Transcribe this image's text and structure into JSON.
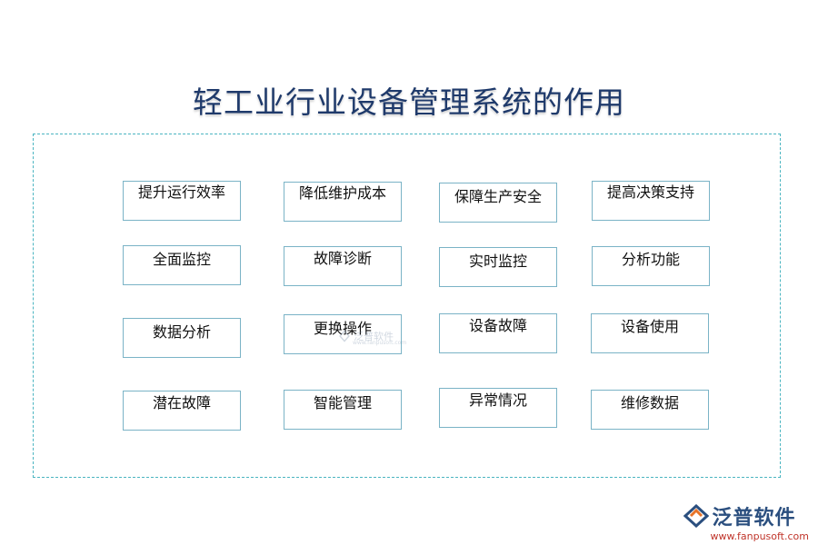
{
  "title": "轻工业行业设备管理系统的作用",
  "boxes": [
    "提升运行效率",
    "降低维护成本",
    "保障生产安全",
    "提高决策支持",
    "全面监控",
    "故障诊断",
    "实时监控",
    "分析功能",
    "数据分析",
    "更换操作",
    "设备故障",
    "设备使用",
    "潜在故障",
    "智能管理",
    "异常情况",
    "维修数据"
  ],
  "watermark": {
    "center_text": "泛普软件",
    "center_sub": "www.fanpusoft.com",
    "brand": "泛普软件",
    "url": "www.fanpusoft.com"
  },
  "colors": {
    "title": "#1f3a6b",
    "frame_border": "#4bb5c1",
    "box_border": "#7ab3c6",
    "logo_text": "#2b4f7f",
    "logo_url": "#c0352b",
    "logo_orange": "#e8752a"
  },
  "icons": [
    "fanpu-logo-icon"
  ]
}
